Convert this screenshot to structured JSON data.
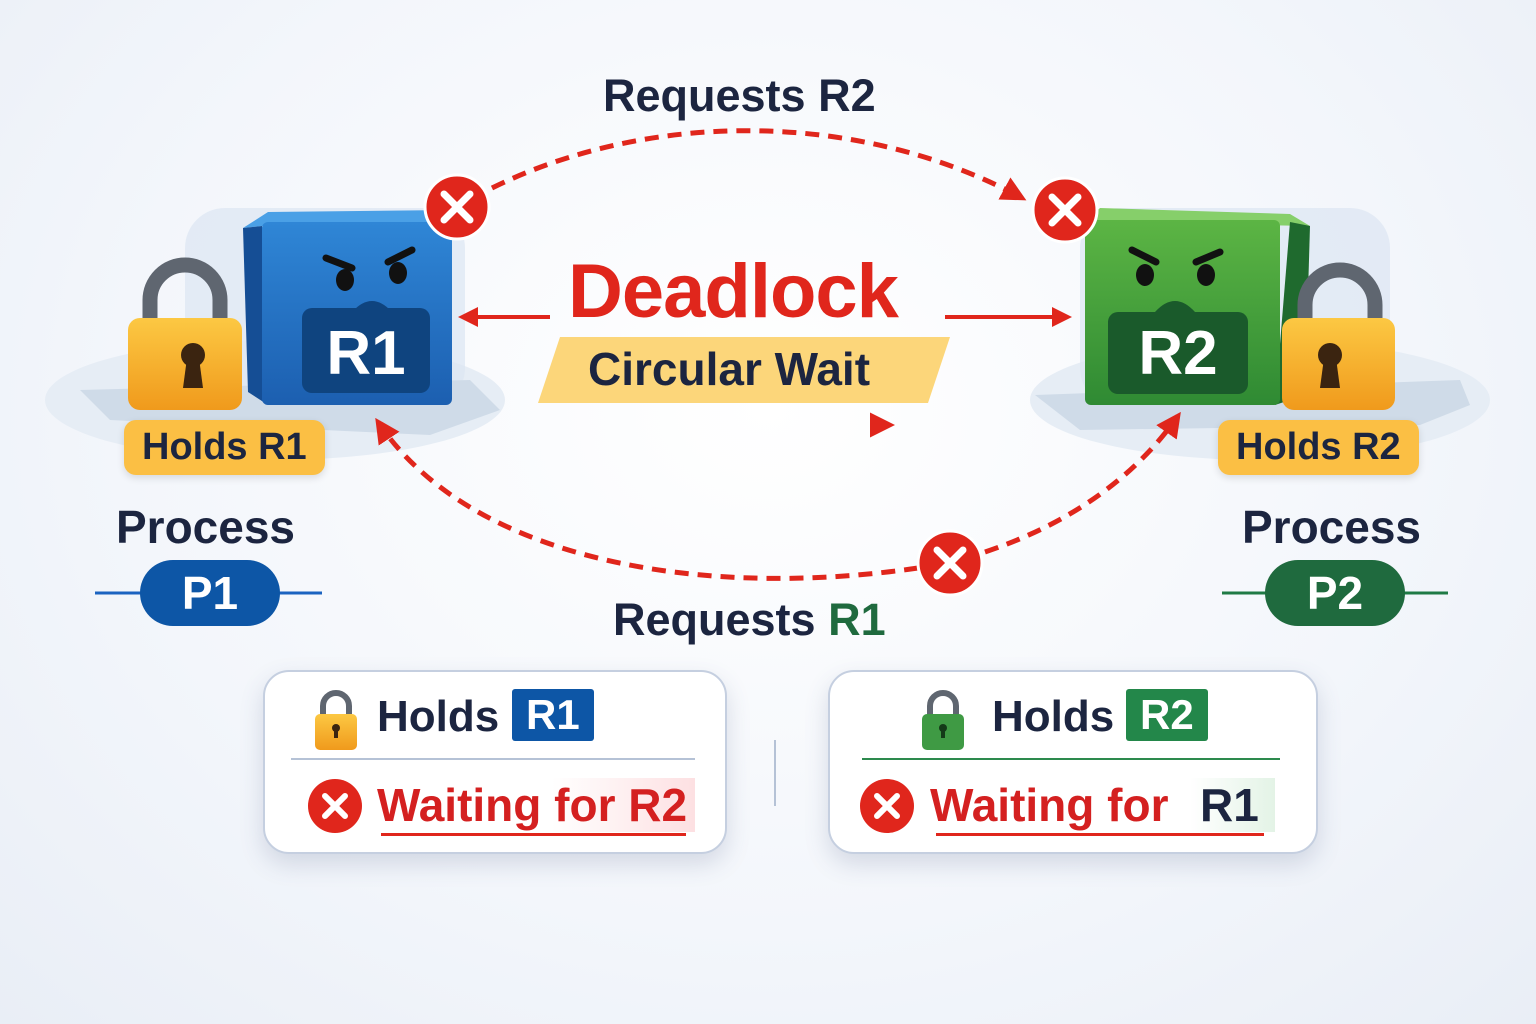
{
  "top_request": "Requests R2",
  "bottom_request": {
    "prefix": "Requests",
    "resource": "R1"
  },
  "center": {
    "title": "Deadlock",
    "subtitle": "Circular Wait"
  },
  "left": {
    "resource": "R1",
    "holds": "Holds R1",
    "process_label": "Process",
    "process": "P1"
  },
  "right": {
    "resource": "R2",
    "holds": "Holds R2",
    "process_label": "Process",
    "process": "P2"
  },
  "cards": [
    {
      "holds": "Holds",
      "held": "R1",
      "waiting": "Waiting for R2"
    },
    {
      "holds": "Holds",
      "held": "R2",
      "waiting": "Waiting for",
      "waiting_resource": "R1"
    }
  ],
  "colors": {
    "red": "#e0261c",
    "blue": "#0d56a6",
    "green": "#1f7a45",
    "yellow": "#fbbf44",
    "navy": "#1c2540"
  }
}
